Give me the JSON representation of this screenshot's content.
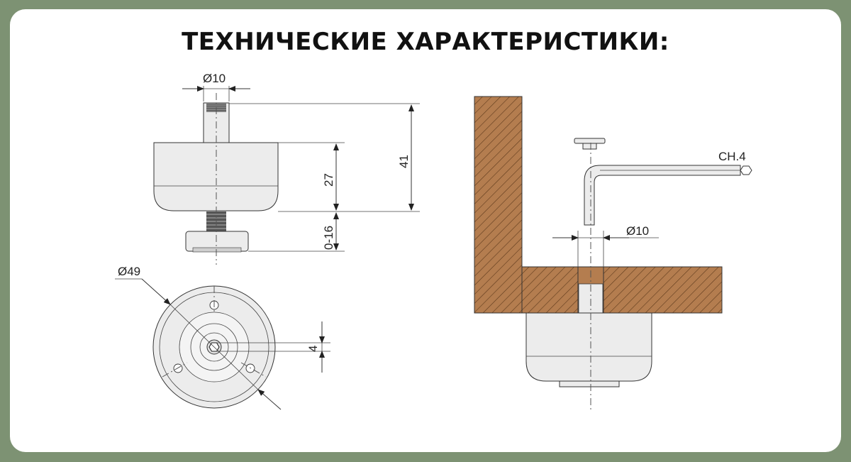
{
  "title": "ТЕХНИЧЕСКИЕ ХАРАКТЕРИСТИКИ:",
  "colors": {
    "frame": "#7d9273",
    "card": "#ffffff",
    "wood": "#b47d4f",
    "part": "#ececec"
  },
  "labels": {
    "stem_diameter": "Ø10",
    "total_height": "41",
    "body_height": "27",
    "adjust_range": "0-16",
    "base_diameter": "Ø49",
    "hex_size": "4",
    "hole_diameter": "Ø10",
    "hex_key": "CH.4"
  }
}
